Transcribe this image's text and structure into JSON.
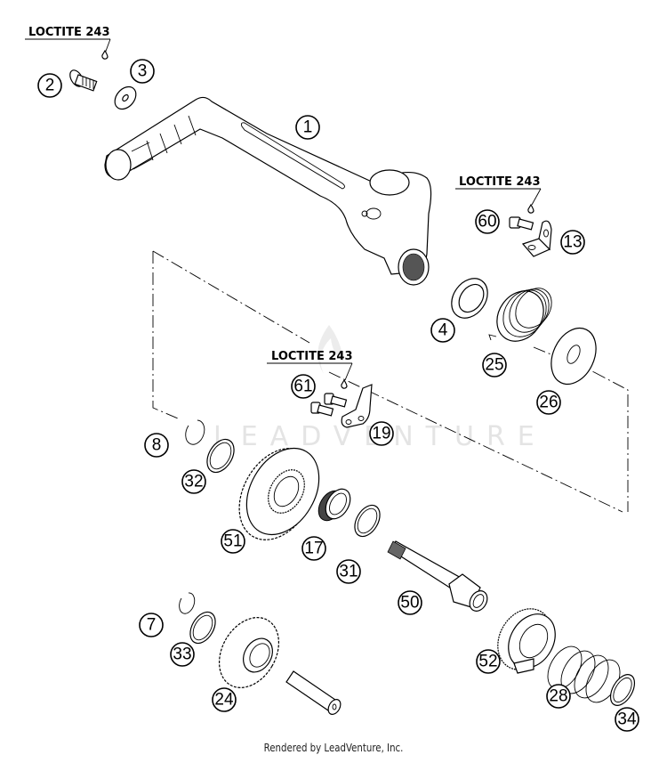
{
  "diagram": {
    "title": "Kick Starter Exploded View",
    "watermark": "LEADVENTURE",
    "loctite_labels": [
      "LOCTITE 243",
      "LOCTITE 243",
      "LOCTITE 243"
    ],
    "callouts": [
      {
        "id": "1",
        "part": "kick-starter-lever"
      },
      {
        "id": "2",
        "part": "countersunk-screw"
      },
      {
        "id": "3",
        "part": "washer"
      },
      {
        "id": "60",
        "part": "hex-bolt"
      },
      {
        "id": "13",
        "part": "bracket"
      },
      {
        "id": "4",
        "part": "washer"
      },
      {
        "id": "25",
        "part": "kick-starter-spring"
      },
      {
        "id": "26",
        "part": "spring-plate"
      },
      {
        "id": "61",
        "part": "hex-bolts"
      },
      {
        "id": "19",
        "part": "stop-plate"
      },
      {
        "id": "8",
        "part": "circlip"
      },
      {
        "id": "32",
        "part": "washer"
      },
      {
        "id": "51",
        "part": "kick-starter-gear"
      },
      {
        "id": "17",
        "part": "needle-bearing"
      },
      {
        "id": "31",
        "part": "washer"
      },
      {
        "id": "50",
        "part": "kick-starter-shaft"
      },
      {
        "id": "7",
        "part": "circlip"
      },
      {
        "id": "33",
        "part": "washer"
      },
      {
        "id": "24",
        "part": "intermediate-gear"
      },
      {
        "id": "52",
        "part": "ratchet-gear"
      },
      {
        "id": "28",
        "part": "compression-spring"
      },
      {
        "id": "34",
        "part": "washer"
      }
    ]
  },
  "footer": {
    "text": "Rendered by LeadVenture, Inc."
  }
}
